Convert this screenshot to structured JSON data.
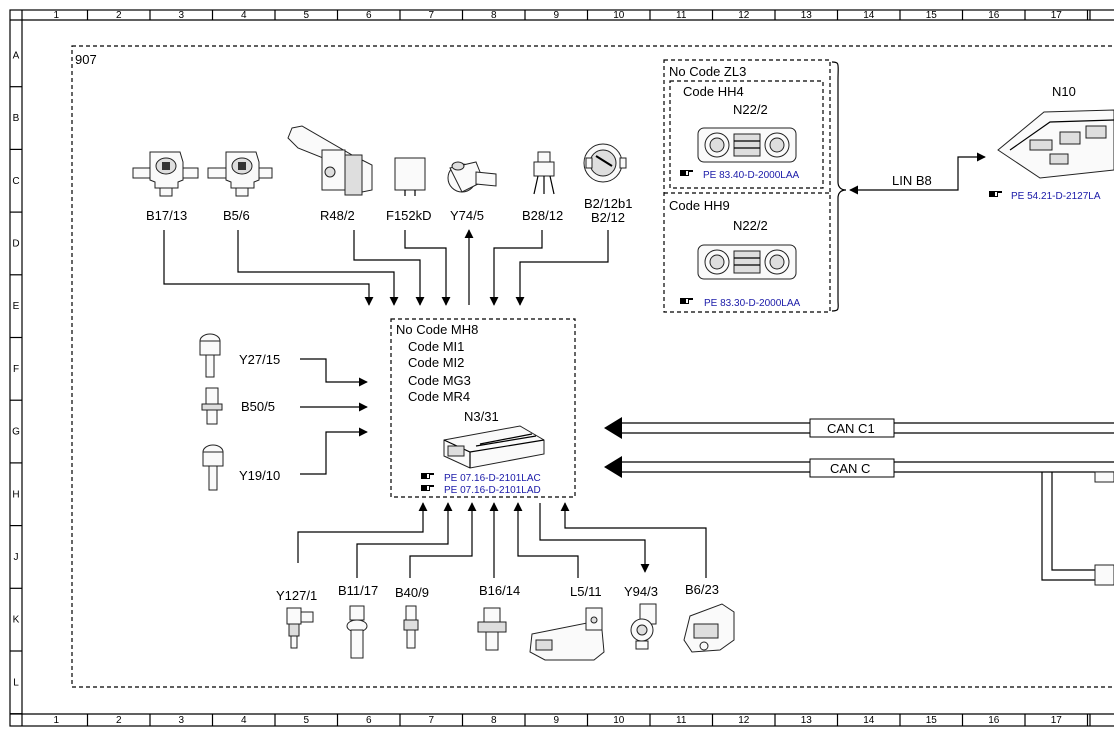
{
  "frame": {
    "col_labels": [
      "1",
      "2",
      "3",
      "4",
      "5",
      "6",
      "7",
      "8",
      "9",
      "10",
      "11",
      "12",
      "13",
      "14",
      "15",
      "16",
      "17"
    ],
    "row_labels": [
      "A",
      "B",
      "C",
      "D",
      "E",
      "F",
      "G",
      "H",
      "J",
      "K",
      "L"
    ]
  },
  "zone_label": "907",
  "top_components": [
    "B17/13",
    "B5/6",
    "R48/2",
    "F152kD",
    "Y74/5",
    "B28/12"
  ],
  "b2_labels": [
    "B2/12b1",
    "B2/12"
  ],
  "left_components": [
    "Y27/15",
    "B50/5",
    "Y19/10"
  ],
  "bottom_components": [
    "Y127/1",
    "B11/17",
    "B40/9",
    "B16/14",
    "L5/11",
    "Y94/3",
    "B6/23"
  ],
  "ecu": {
    "codes": [
      "No Code MH8",
      "Code MI1",
      "Code MI2",
      "Code MG3",
      "Code MR4"
    ],
    "name": "N3/31",
    "refs": [
      "PE 07.16-D-2101LAC",
      "PE 07.16-D-2101LAD"
    ]
  },
  "climate": {
    "outer_code": "No Code ZL3",
    "hh4": {
      "code": "Code HH4",
      "name": "N22/2",
      "ref": "PE 83.40-D-2000LAA"
    },
    "hh9": {
      "code": "Code HH9",
      "name": "N22/2",
      "ref": "PE 83.30-D-2000LAA"
    }
  },
  "lin_label": "LIN B8",
  "n10": {
    "name": "N10",
    "ref": "PE 54.21-D-2127LA"
  },
  "can_c1": "CAN C1",
  "can_c": "CAN C",
  "icons": [
    "pointing-hand-icon"
  ]
}
